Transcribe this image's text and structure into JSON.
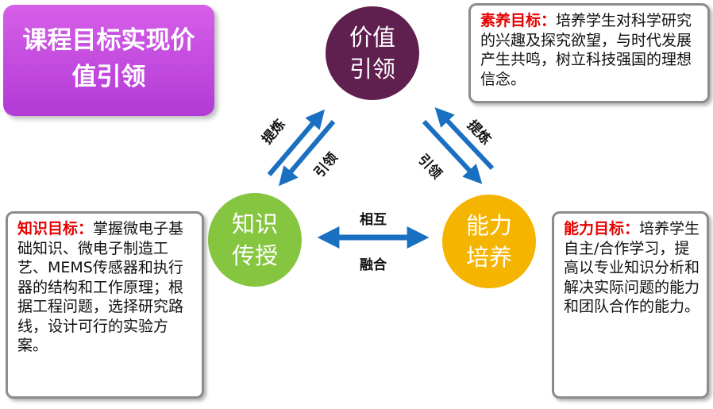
{
  "title": {
    "line1": "课程目标实现价",
    "line2": "值引领"
  },
  "circles": {
    "top": {
      "line1": "价值",
      "line2": "引领",
      "color": "#5f1f4f"
    },
    "left": {
      "line1": "知识",
      "line2": "传授",
      "color": "#86c540"
    },
    "right": {
      "line1": "能力",
      "line2": "培养",
      "color": "#f5b400"
    }
  },
  "arrows": {
    "left_up": "提炼",
    "left_down": "引领",
    "right_down": "引领",
    "right_up": "提炼",
    "middle_top": "相互",
    "middle_bottom": "融合",
    "color": "#1a70c0"
  },
  "boxes": {
    "top": {
      "label": "素养目标：",
      "text": "培养学生对科学研究的兴趣及探究欲望，与时代发展产生共鸣，树立科技强国的理想信念。"
    },
    "left": {
      "label": "知识目标：",
      "text": "掌握微电子基础知识、微电子制造工艺、MEMS传感器和执行器的结构和工作原理；根据工程问题，选择研究路线，设计可行的实验方案。"
    },
    "right": {
      "label": "能力目标：",
      "text": "培养学生自主/合作学习，提高以专业知识分析和解决实际问题的能力和团队合作的能力。"
    }
  }
}
